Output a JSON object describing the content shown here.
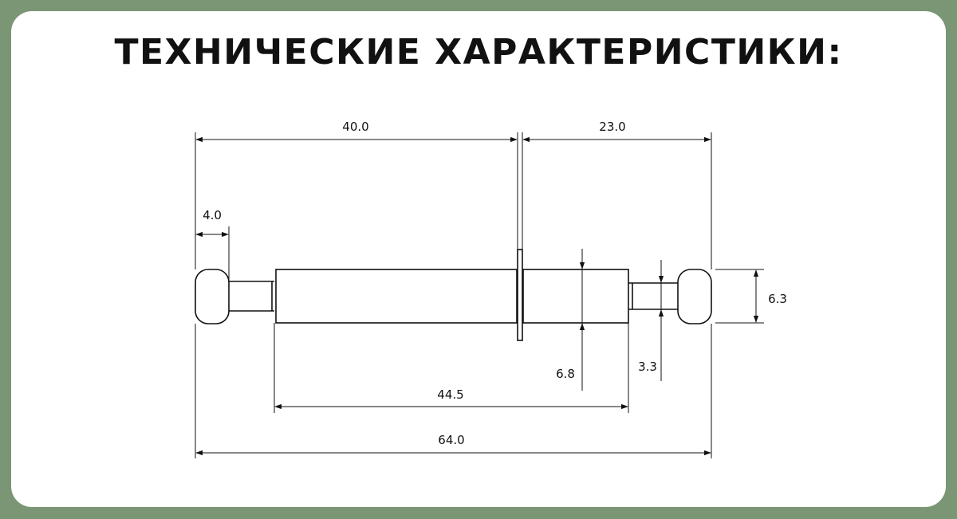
{
  "title": "ТЕХНИЧЕСКИЕ ХАРАКТЕРИСТИКИ:",
  "colors": {
    "frame": "#7a9674",
    "card": "#ffffff",
    "line": "#111111"
  },
  "dimensions": {
    "d40": "40.0",
    "d23": "23.0",
    "d4": "4.0",
    "d63": "6.3",
    "d68": "6.8",
    "d33": "3.3",
    "d445": "44.5",
    "d64": "64.0"
  }
}
